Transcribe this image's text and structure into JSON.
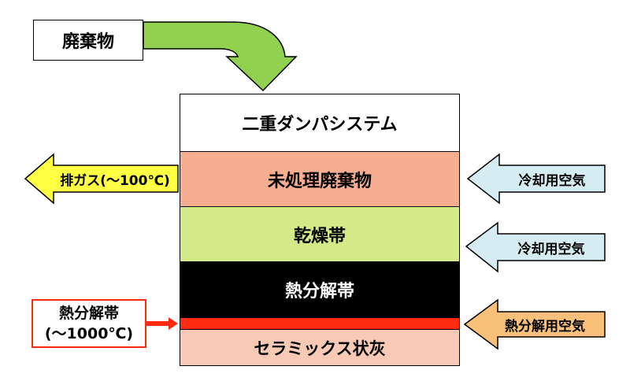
{
  "input": {
    "label": "廃棄物"
  },
  "layers": [
    {
      "label": "二重ダンパシステム",
      "fill": "#ffffff",
      "text_color": "#000000"
    },
    {
      "label": "未処理廃棄物",
      "fill": "#f7ad8f",
      "text_color": "#000000"
    },
    {
      "label": "乾燥帯",
      "fill": "#d4e988",
      "text_color": "#000000"
    },
    {
      "label": "熱分解帯",
      "fill": "#000000",
      "text_color": "#ffffff"
    },
    {
      "label": "",
      "fill": "#ff2a0f",
      "text_color": "#000000"
    },
    {
      "label": "セラミックス状灰",
      "fill": "#f8c9b4",
      "text_color": "#000000"
    }
  ],
  "exhaust": {
    "label": "排ガス(～100℃)",
    "fill": "#ffff44"
  },
  "air_inputs": [
    {
      "label": "冷却用空気",
      "fill": "#d5ecf3"
    },
    {
      "label": "冷却用空気",
      "fill": "#d5ecf3"
    },
    {
      "label": "熱分解用空気",
      "fill": "#f9c07a"
    }
  ],
  "pyrolysis_callout": {
    "line1": "熱分解帯",
    "line2": "(～1000℃)",
    "border": "#ff2a0f",
    "arrow": "#ff2a0f"
  },
  "colors": {
    "input_arrow": "#92d050"
  }
}
